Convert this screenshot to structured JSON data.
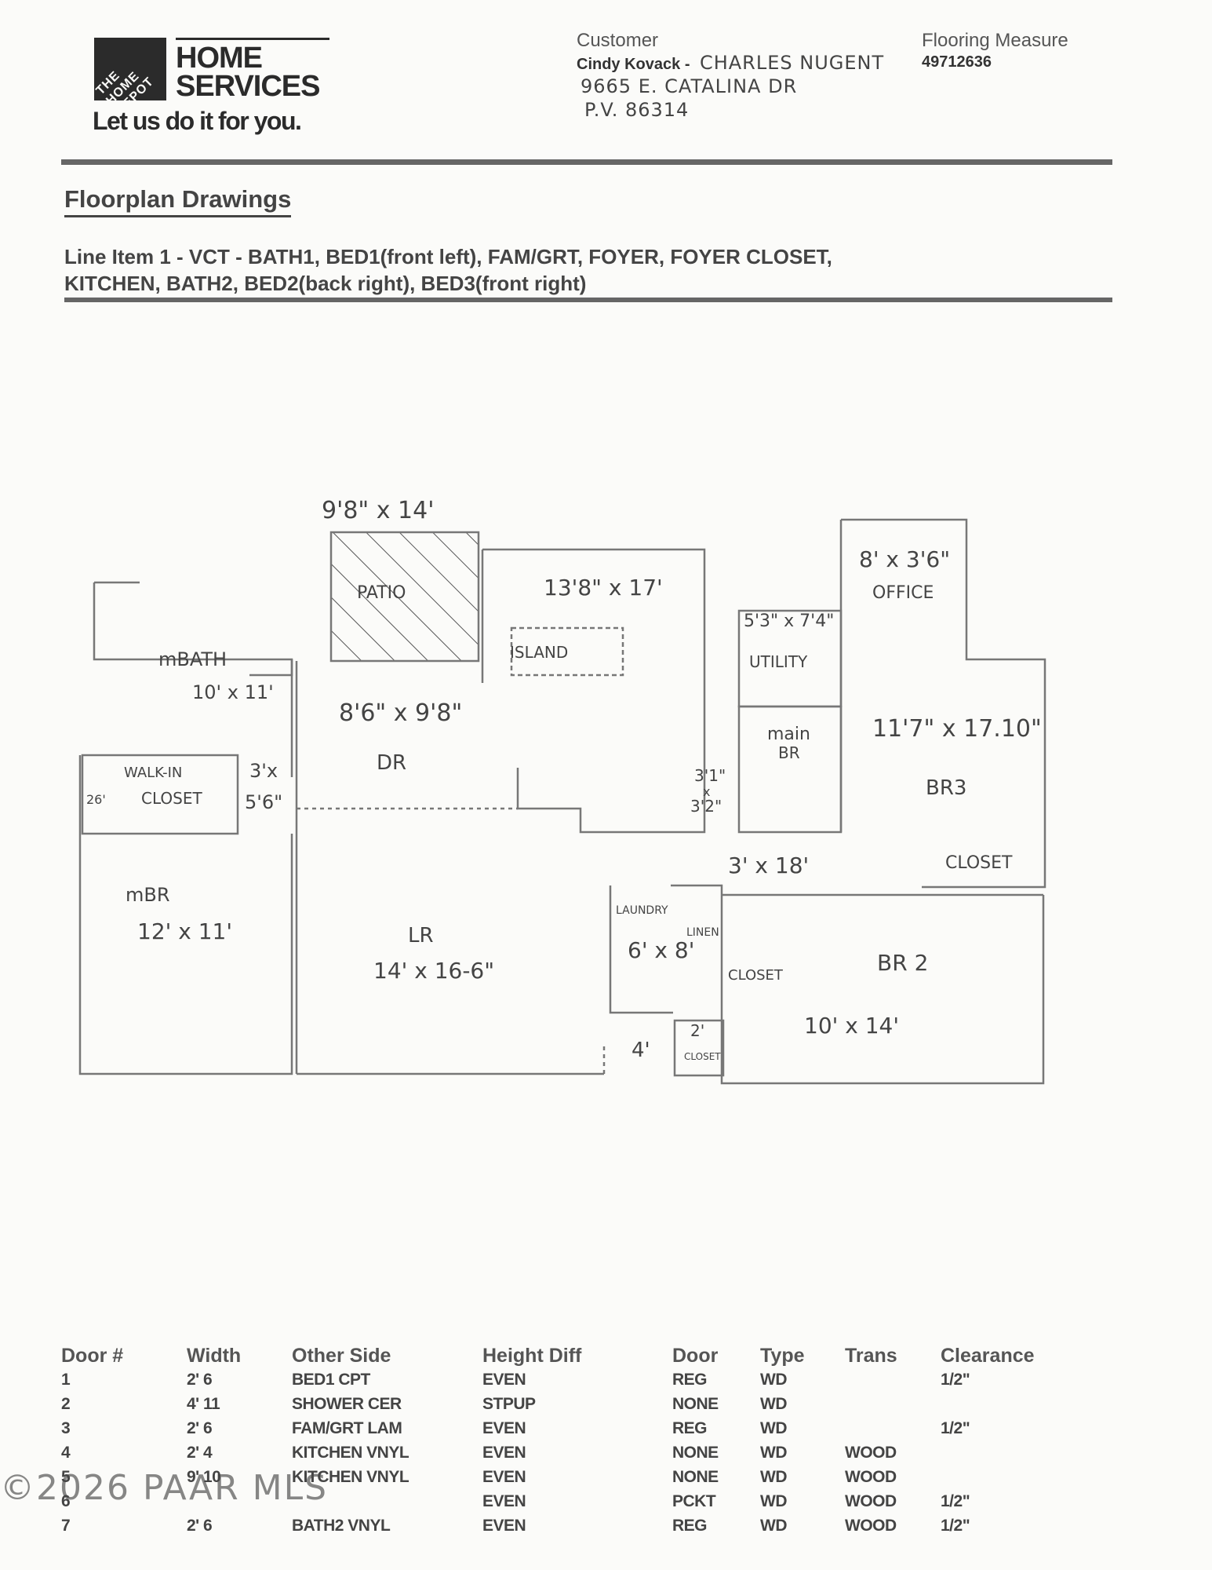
{
  "header": {
    "logo_text": "THE HOME DEPOT",
    "brand_line1": "HOME",
    "brand_line2": "SERVICES",
    "tagline": "Let us do it for you.",
    "customer_label": "Customer",
    "customer_name": "Cindy Kovack -",
    "customer_handwritten": "CHARLES NUGENT",
    "address_line1": "9665 E. CATALINA DR",
    "address_line2": "P.V. 86314",
    "measure_label": "Flooring Measure",
    "measure_number": "49712636"
  },
  "section_title": "Floorplan Drawings",
  "line_item_1": "Line Item 1 - VCT - BATH1, BED1(front left), FAM/GRT, FOYER, FOYER CLOSET,",
  "line_item_2": "KITCHEN, BATH2, BED2(back right), BED3(front right)",
  "floorplan": {
    "patio_dims": "9'8\" x 14'",
    "patio": "PATIO",
    "kitchen_dims": "13'8\" x 17'",
    "island": "ISLAND",
    "utility_dims": "5'3\" x 7'4\"",
    "utility": "UTILITY",
    "office_dims": "8' x 3'6\"",
    "office": "OFFICE",
    "mbath": "mBATH",
    "mbath_dims": "10' x 11'",
    "dr_dims": "8'6\" x 9'8\"",
    "dr": "DR",
    "hall_dims_a": "3'1\"",
    "hall_dims_b": "x",
    "hall_dims_c": "3'2\"",
    "main_br_1": "main",
    "main_br_2": "BR",
    "br3_dims": "11'7\" x 17.10\"",
    "br3": "BR3",
    "walkin_1": "WALK-IN",
    "walkin_2": "CLOSET",
    "closet_side": "26'",
    "walkin_dims_a": "3'x",
    "walkin_dims_b": "5'6\"",
    "closet": "CLOSET",
    "hall_dims": "3' x 18'",
    "mbr": "mBR",
    "mbr_dims": "12' x 11'",
    "lr": "LR",
    "lr_dims": "14' x 16-6\"",
    "laundry": "LAUNDRY",
    "linen": "LINEN",
    "laundry_dims": "6' x 8'",
    "linen_closet": "CLOSET",
    "br2": "BR 2",
    "br2_dims": "10' x 14'",
    "dim_4": "4'",
    "dim_2": "2'",
    "small_closet": "CLOSET"
  },
  "doors_table": {
    "headers": [
      "Door #",
      "Width",
      "Other Side",
      "Height Diff",
      "Door",
      "Type",
      "Trans",
      "Clearance"
    ],
    "rows": [
      [
        "1",
        "2' 6",
        "BED1 CPT",
        "EVEN",
        "REG",
        "WD",
        "",
        "1/2\""
      ],
      [
        "2",
        "4' 11",
        "SHOWER CER",
        "STPUP",
        "NONE",
        "WD",
        "",
        ""
      ],
      [
        "3",
        "2' 6",
        "FAM/GRT LAM",
        "EVEN",
        "REG",
        "WD",
        "",
        "1/2\""
      ],
      [
        "4",
        "2' 4",
        "KITCHEN VNYL",
        "EVEN",
        "NONE",
        "WD",
        "WOOD",
        ""
      ],
      [
        "5",
        "9' 10",
        "KITCHEN VNYL",
        "EVEN",
        "NONE",
        "WD",
        "WOOD",
        ""
      ],
      [
        "6",
        "",
        "",
        "EVEN",
        "PCKT",
        "WD",
        "WOOD",
        "1/2\""
      ],
      [
        "7",
        "2' 6",
        "BATH2 VNYL",
        "EVEN",
        "REG",
        "WD",
        "WOOD",
        "1/2\""
      ]
    ]
  },
  "watermark": "©2026 PAAR MLS"
}
